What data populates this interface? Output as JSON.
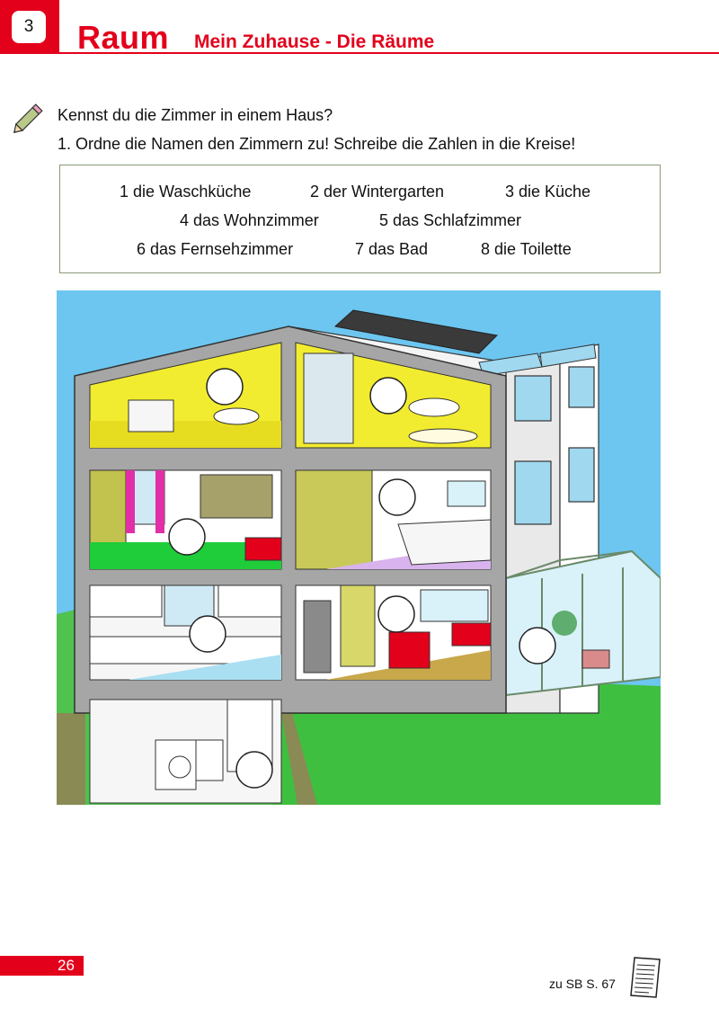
{
  "header": {
    "chapter_number": "3",
    "topic": "Raum",
    "subtopic": "Mein Zuhause - Die Räume"
  },
  "instructions": {
    "intro": "Kennst du die Zimmer in einem Haus?",
    "task": "1.  Ordne die Namen den Zimmern zu! Schreibe die Zahlen in die Kreise!"
  },
  "words": [
    "1 die Waschküche",
    "2 der Wintergarten",
    "3 die Küche",
    "4 das Wohnzimmer",
    "5 das Schlafzimmer",
    "6 das Fernsehzimmer",
    "7 das Bad",
    "8 die Toilette"
  ],
  "footer": {
    "page_number": "26",
    "reference": "zu SB S. 67"
  },
  "colors": {
    "accent": "#e3001b",
    "sky": "#6cc6f0",
    "grass": "#3fbf3f",
    "wall": "#a6a6a6"
  },
  "icons": [
    "pencil-icon",
    "worksheet-icon"
  ]
}
